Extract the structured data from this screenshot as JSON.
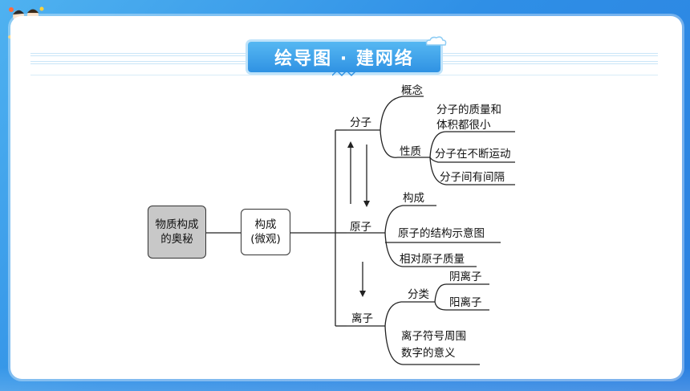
{
  "banner": {
    "title": "绘导图 · 建网络"
  },
  "root": {
    "line1": "物质构成",
    "line2": "的奥秘"
  },
  "middle": {
    "line1": "构成",
    "line2": "(微观)"
  },
  "molecule": {
    "label": "分子",
    "concept": "概念",
    "property": "性质",
    "prop1_line1": "分子的质量和",
    "prop1_line2": "体积都很小",
    "prop2": "分子在不断运动",
    "prop3": "分子间有间隔"
  },
  "atom": {
    "label": "原子",
    "composition": "构成",
    "structure": "原子的结构示意图",
    "mass": "相对原子质量"
  },
  "ion": {
    "label": "离子",
    "classify": "分类",
    "cation": "阴离子",
    "anion": "阳离子",
    "meaning_line1": "离子符号周围",
    "meaning_line2": "数字的意义"
  },
  "colors": {
    "background": "#2f8fe6",
    "banner": "#3a9ce8",
    "root_box": "#c8c8c8"
  }
}
